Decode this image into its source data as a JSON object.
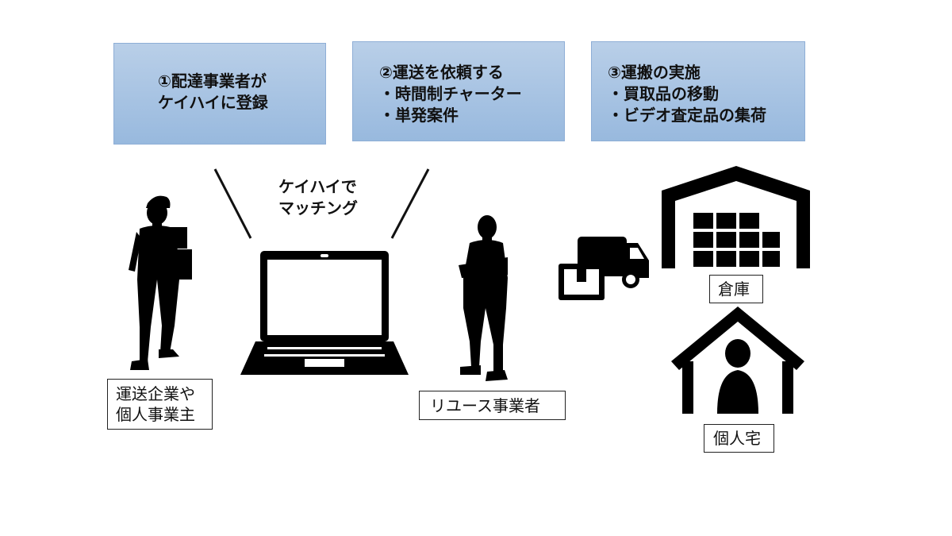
{
  "steps": [
    {
      "lines": [
        "①配達事業者が",
        "ケイハイに登録"
      ]
    },
    {
      "lines": [
        "②運送を依頼する",
        "・時間制チャーター",
        "・単発案件"
      ]
    },
    {
      "lines": [
        "③運搬の実施",
        "・買取品の移動",
        "・ビデオ査定品の集荷"
      ]
    }
  ],
  "matching": {
    "lines": [
      "ケイハイで",
      "マッチング"
    ]
  },
  "actors": {
    "transport": {
      "lines": [
        "運送企業や",
        "個人事業主"
      ]
    },
    "reuse": {
      "label": "リユース事業者"
    },
    "warehouse": {
      "label": "倉庫"
    },
    "home": {
      "label": "個人宅"
    }
  },
  "icons": {
    "delivery_person": "delivery-person-silhouette-icon",
    "laptop": "laptop-icon",
    "business_person": "business-person-silhouette-icon",
    "truck": "delivery-truck-icon",
    "warehouse": "warehouse-icon",
    "house": "house-with-person-icon"
  },
  "colors": {
    "step_box_fill": "#a7c3e3",
    "step_box_border": "#8eaed6",
    "silhouette": "#000000"
  }
}
